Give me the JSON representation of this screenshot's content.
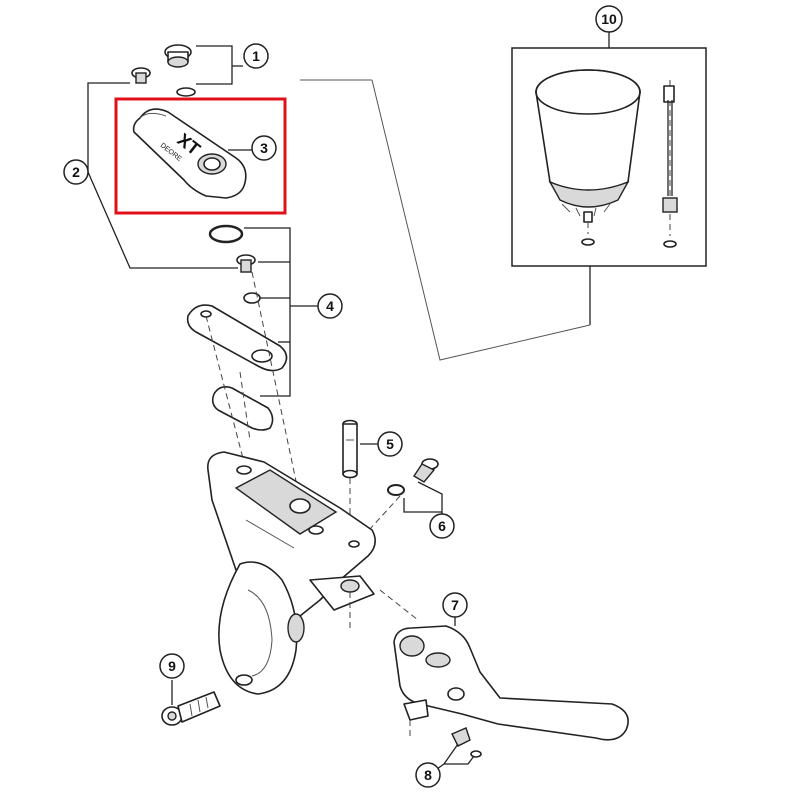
{
  "callouts": [
    {
      "id": "1",
      "label": "1"
    },
    {
      "id": "2",
      "label": "2"
    },
    {
      "id": "3",
      "label": "3"
    },
    {
      "id": "4",
      "label": "4"
    },
    {
      "id": "5",
      "label": "5"
    },
    {
      "id": "6",
      "label": "6"
    },
    {
      "id": "7",
      "label": "7"
    },
    {
      "id": "8",
      "label": "8"
    },
    {
      "id": "9",
      "label": "9"
    },
    {
      "id": "10",
      "label": "10"
    }
  ],
  "reservoir_cover": {
    "logo_text": "XT",
    "model_text": "DEORE"
  },
  "highlight": {
    "color": "#e0101a",
    "target": "3"
  },
  "colors": {
    "line": "#222222",
    "shade": "#d9d9d9",
    "background": "#ffffff"
  }
}
